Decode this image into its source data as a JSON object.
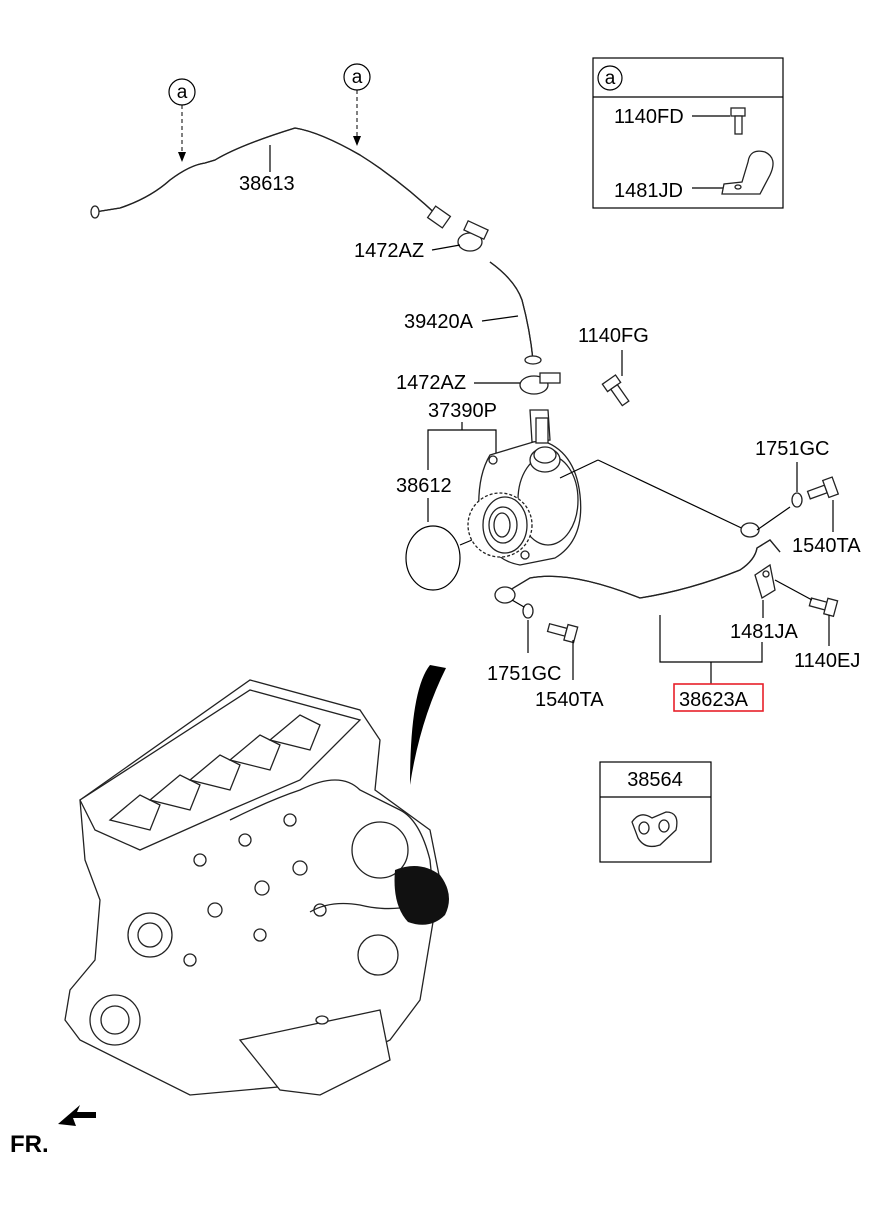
{
  "labels": {
    "ref_a_left": "a",
    "ref_a_right": "a",
    "inset_a_tag": "a",
    "inset_1140fd": "1140FD",
    "inset_1481jd": "1481JD",
    "p38613": "38613",
    "p1472az_top": "1472AZ",
    "p39420a": "39420A",
    "p1140fg": "1140FG",
    "p1472az_mid": "1472AZ",
    "p37390p": "37390P",
    "p38612": "38612",
    "p1751gc_right": "1751GC",
    "p1540ta_right": "1540TA",
    "p1481ja": "1481JA",
    "p1140ej": "1140EJ",
    "p1751gc_left": "1751GC",
    "p1540ta_left": "1540TA",
    "p38623a": "38623A",
    "p38564": "38564",
    "fr": "FR."
  },
  "colors": {
    "highlight": "#e8202a",
    "line": "#000000"
  }
}
